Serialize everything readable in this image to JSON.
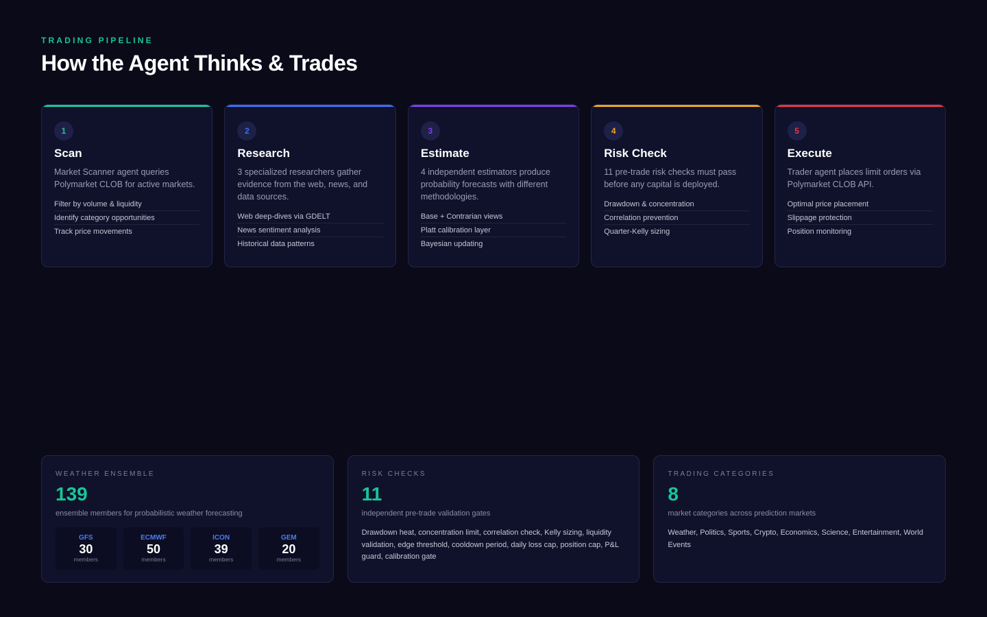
{
  "header": {
    "eyebrow": "TRADING PIPELINE",
    "title": "How the Agent Thinks & Trades"
  },
  "steps": [
    {
      "number": "1",
      "accent": "#19c59a",
      "title": "Scan",
      "description": "Market Scanner agent queries Polymarket CLOB for active markets.",
      "items": [
        "Filter by volume & liquidity",
        "Identify category opportunities",
        "Track price movements"
      ]
    },
    {
      "number": "2",
      "accent": "#3b6ef0",
      "title": "Research",
      "description": "3 specialized researchers gather evidence from the web, news, and data sources.",
      "items": [
        "Web deep-dives via GDELT",
        "News sentiment analysis",
        "Historical data patterns"
      ]
    },
    {
      "number": "3",
      "accent": "#7b3fe4",
      "title": "Estimate",
      "description": "4 independent estimators produce probability forecasts with different methodologies.",
      "items": [
        "Base + Contrarian views",
        "Platt calibration layer",
        "Bayesian updating"
      ]
    },
    {
      "number": "4",
      "accent": "#f0a41c",
      "title": "Risk Check",
      "description": "11 pre-trade risk checks must pass before any capital is deployed.",
      "items": [
        "Drawdown & concentration",
        "Correlation prevention",
        "Quarter-Kelly sizing"
      ]
    },
    {
      "number": "5",
      "accent": "#e8383d",
      "title": "Execute",
      "description": "Trader agent places limit orders via Polymarket CLOB API.",
      "items": [
        "Optimal price placement",
        "Slippage protection",
        "Position monitoring"
      ]
    }
  ],
  "stats": {
    "weather": {
      "label": "WEATHER ENSEMBLE",
      "value": "139",
      "subtitle": "ensemble members for probabilistic weather forecasting",
      "models": [
        {
          "name": "GFS",
          "count": "30",
          "unit": "members"
        },
        {
          "name": "ECMWF",
          "count": "50",
          "unit": "members"
        },
        {
          "name": "ICON",
          "count": "39",
          "unit": "members"
        },
        {
          "name": "GEM",
          "count": "20",
          "unit": "members"
        }
      ]
    },
    "risk": {
      "label": "RISK CHECKS",
      "value": "11",
      "subtitle": "independent pre-trade validation gates",
      "text": "Drawdown heat, concentration limit, correlation check, Kelly sizing, liquidity validation, edge threshold, cooldown period, daily loss cap, position cap, P&L guard, calibration gate"
    },
    "categories": {
      "label": "TRADING CATEGORIES",
      "value": "8",
      "subtitle": "market categories across prediction markets",
      "text": "Weather, Politics, Sports, Crypto, Economics, Science, Entertainment, World Events"
    }
  }
}
